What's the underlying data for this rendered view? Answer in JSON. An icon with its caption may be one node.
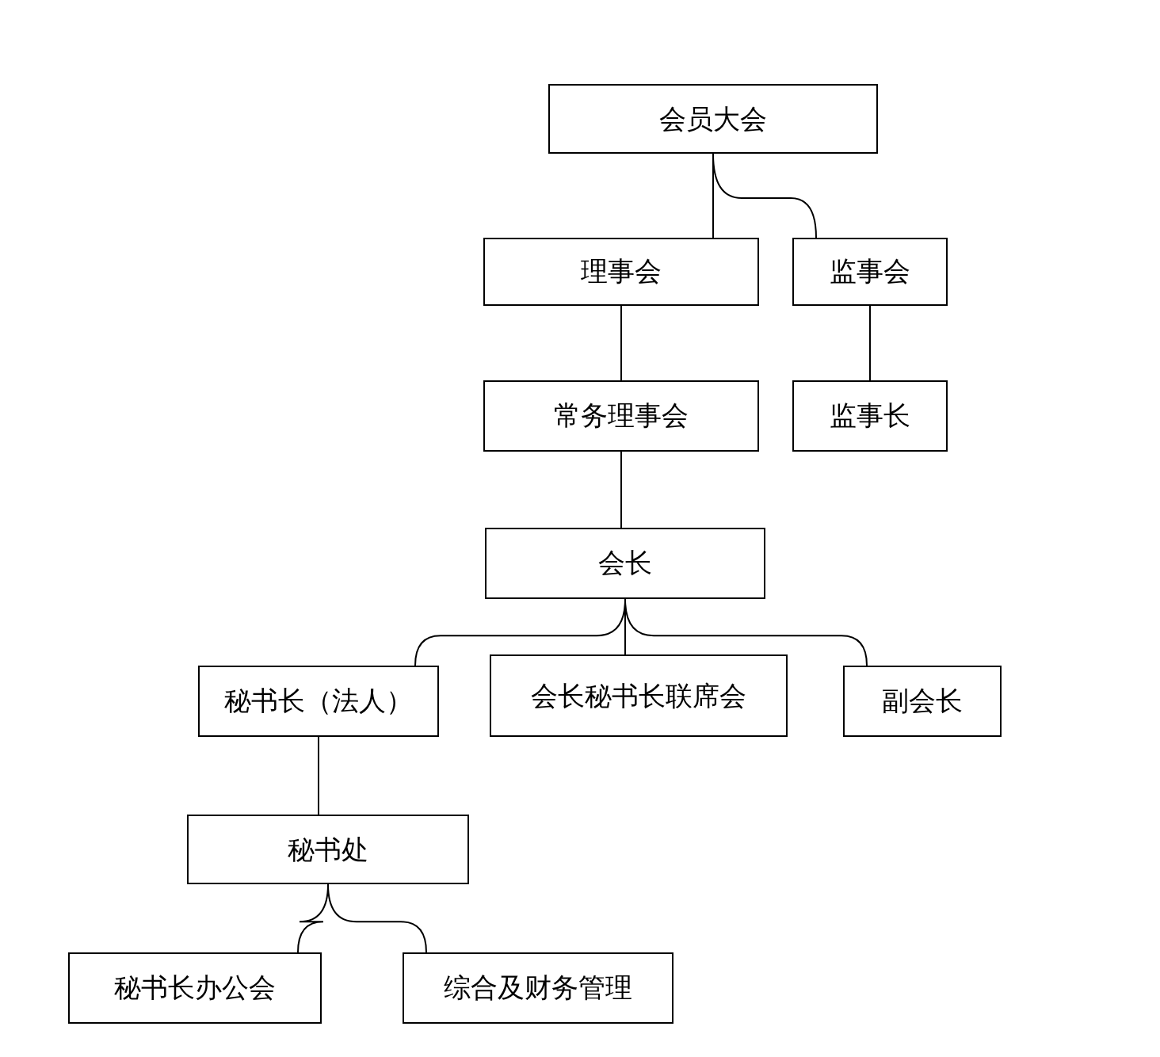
{
  "diagram": {
    "nodes": [
      {
        "text": [
          "会员大会"
        ]
      },
      {
        "text": [
          "理事会"
        ]
      },
      {
        "text": [
          "监事会"
        ]
      },
      {
        "text": [
          "常务理事会"
        ]
      },
      {
        "text": [
          "监事长"
        ]
      },
      {
        "text": [
          "会长"
        ]
      },
      {
        "text": [
          "秘书长（法人）"
        ]
      },
      {
        "text": [
          "会长秘书长联席会"
        ]
      },
      {
        "text": [
          "副会长"
        ]
      },
      {
        "text": [
          "秘书处"
        ]
      },
      {
        "text": [
          "秘书长办公会"
        ]
      },
      {
        "text": [
          "综合及财务管理"
        ]
      }
    ],
    "edges": [
      {
        "from": 0,
        "to": 1,
        "arrow": "none"
      },
      {
        "from": 0,
        "to": 2,
        "arrow": "none"
      },
      {
        "from": 1,
        "to": 3,
        "arrow": "none"
      },
      {
        "from": 2,
        "to": 4,
        "arrow": "none"
      },
      {
        "from": 3,
        "to": 5,
        "arrow": "none"
      },
      {
        "from": 5,
        "to": 6,
        "arrow": "none"
      },
      {
        "from": 5,
        "to": 7,
        "arrow": "none"
      },
      {
        "from": 5,
        "to": 8,
        "arrow": "none"
      },
      {
        "from": 6,
        "to": 9,
        "arrow": "none"
      },
      {
        "from": 9,
        "to": 10,
        "arrow": "none"
      },
      {
        "from": 9,
        "to": 11,
        "arrow": "none"
      }
    ]
  }
}
